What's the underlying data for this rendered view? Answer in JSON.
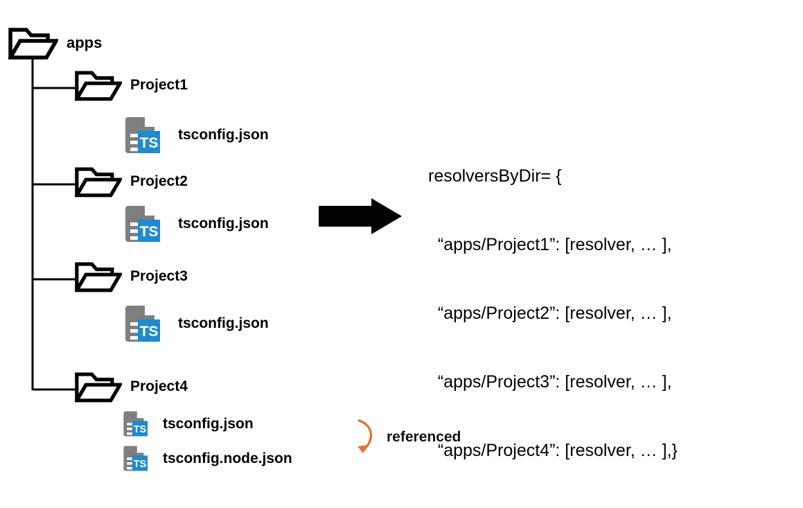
{
  "diagram": {
    "title": "tsconfig resolvers by directory",
    "colors": {
      "line": "#000000",
      "folder": "#000000",
      "ts_doc_gray": "#7f7f7f",
      "ts_badge_blue": "#1e8bcd",
      "arrow_black": "#000000",
      "reference_orange": "#e8733a",
      "background": "#ffffff"
    }
  },
  "tree": {
    "root": {
      "label": "apps",
      "icon": "folder-icon"
    },
    "projects": [
      {
        "label": "Project1",
        "icon": "folder-icon",
        "files": [
          {
            "label": "tsconfig.json",
            "icon": "ts-file-icon"
          }
        ]
      },
      {
        "label": "Project2",
        "icon": "folder-icon",
        "files": [
          {
            "label": "tsconfig.json",
            "icon": "ts-file-icon"
          }
        ]
      },
      {
        "label": "Project3",
        "icon": "folder-icon",
        "files": [
          {
            "label": "tsconfig.json",
            "icon": "ts-file-icon"
          }
        ]
      },
      {
        "label": "Project4",
        "icon": "folder-icon",
        "files": [
          {
            "label": "tsconfig.json",
            "icon": "ts-file-icon"
          },
          {
            "label": "tsconfig.node.json",
            "icon": "ts-file-icon"
          }
        ]
      }
    ]
  },
  "ts_badge": {
    "text": "TS"
  },
  "arrow": {
    "icon": "right-arrow-icon"
  },
  "code": {
    "lines": [
      "resolversByDir= {",
      "  “apps/Project1”: [resolver, … ],",
      "  “apps/Project2”: [resolver, … ],",
      "  “apps/Project3”: [resolver, … ],",
      "  “apps/Project4”: [resolver, … ],}"
    ],
    "line_0": "resolversByDir= {",
    "line_1": "  “apps/Project1”: [resolver, … ],",
    "line_2": "  “apps/Project2”: [resolver, … ],",
    "line_3": "  “apps/Project3”: [resolver, … ],",
    "line_4": "  “apps/Project4”: [resolver, … ],}"
  },
  "annotation": {
    "label": "referenced",
    "icon": "curved-arrow-icon"
  }
}
